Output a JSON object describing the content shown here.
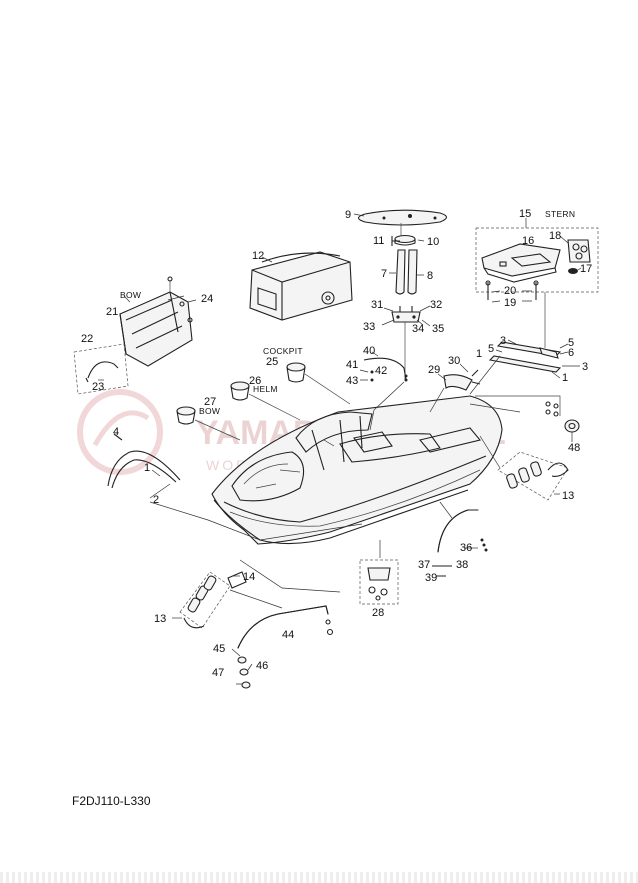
{
  "diagram_code": "F2DJ110-L330",
  "watermark": {
    "brand": "YAMAPARTSER.PL",
    "tagline": "WORLDWIDE · ONLINE"
  },
  "tags": {
    "stern": "STERN",
    "bow_left": "BOW",
    "bow_right": "BOW",
    "cockpit": "COCKPIT",
    "helm": "HELM"
  },
  "callouts": [
    "1",
    "1",
    "1",
    "2",
    "3",
    "3",
    "4",
    "5",
    "5",
    "6",
    "7",
    "8",
    "9",
    "10",
    "11",
    "12",
    "13",
    "13",
    "14",
    "15",
    "16",
    "17",
    "18",
    "19",
    "20",
    "21",
    "22",
    "23",
    "24",
    "25",
    "26",
    "27",
    "28",
    "29",
    "30",
    "31",
    "32",
    "33",
    "34",
    "35",
    "36",
    "37",
    "38",
    "39",
    "40",
    "41",
    "42",
    "43",
    "44",
    "45",
    "46",
    "47",
    "48"
  ]
}
